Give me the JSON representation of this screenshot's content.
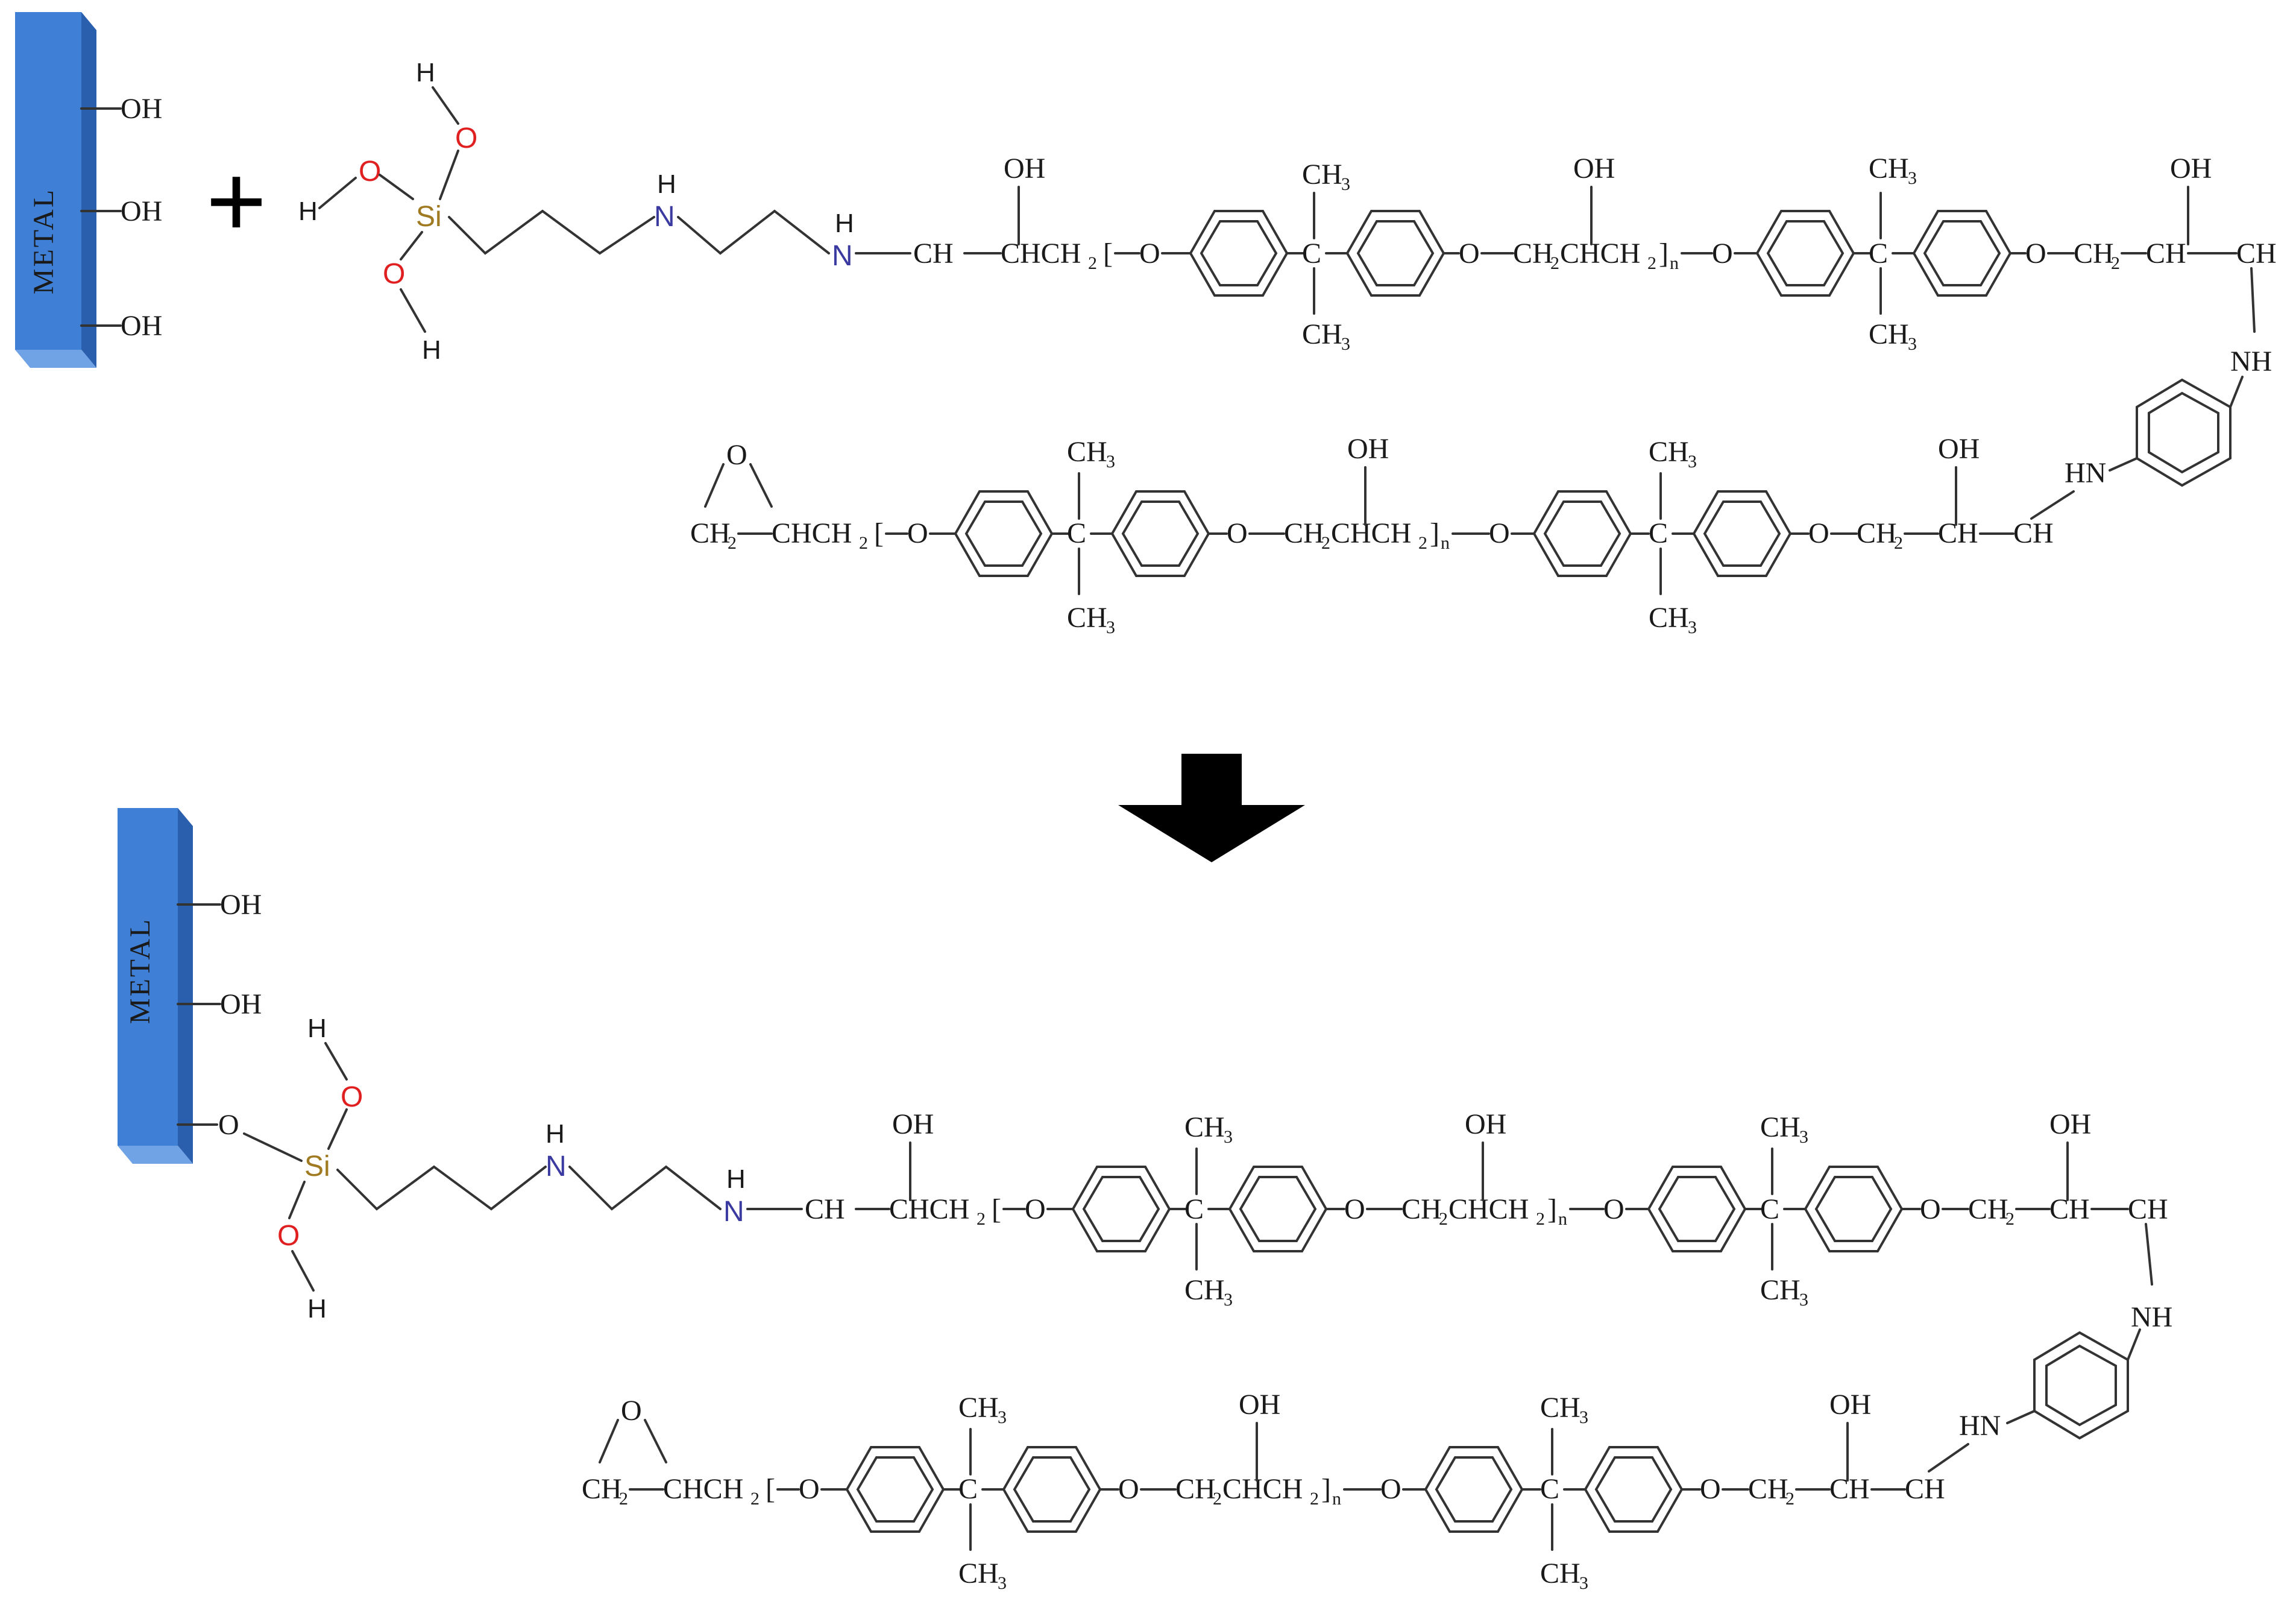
{
  "diagram": {
    "colors": {
      "metal_front": "#3f80d6",
      "metal_side": "#2a5fae",
      "metal_top": "#6fa3e6",
      "oxygen": "#e02020",
      "nitrogen": "#3a3aa0",
      "silicon": "#a07a20",
      "bond": "#333333",
      "arrow": "#000000"
    },
    "metal_label": "METAL",
    "hydroxyl": "OH",
    "plus_sign": "+",
    "atoms": {
      "O": "O",
      "H": "H",
      "N": "N",
      "Si": "Si"
    },
    "chain": {
      "ch": "CH",
      "chch2": "CHCH",
      "chch2_left": "CHCH",
      "bracket_open": "[",
      "ch2_open": "O",
      "ch2chch2": "CH",
      "chch2_mid": "CHCH",
      "n_sub": "n",
      "sub2": "2",
      "sub3": "3",
      "c": "C",
      "ch3": "CH",
      "ch2": "CH",
      "nh": "NH",
      "hn": "HN",
      "oh": "OH"
    }
  }
}
